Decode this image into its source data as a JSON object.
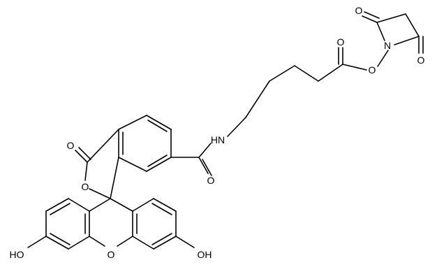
{
  "structure": {
    "atom_labels": {
      "o_succinimide_top": "O",
      "o_succinimide_bottom": "O",
      "n_succinimide": "N",
      "o_ester_link": "O",
      "o_ester_carbonyl": "O",
      "nh_amide": "HN",
      "o_amide": "O",
      "o_lactone_carbonyl": "O",
      "o_lactone_ring": "O",
      "o_xanthene": "O",
      "oh_left": "HO",
      "oh_right": "OH"
    }
  }
}
